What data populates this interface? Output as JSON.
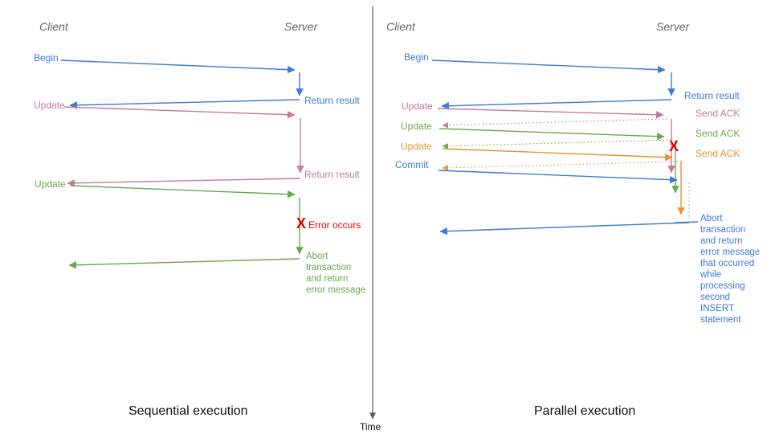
{
  "left_panel": {
    "client_header": "Client",
    "server_header": "Server",
    "caption": "Sequential execution",
    "begin_label": "Begin",
    "return_result_1": "Return result",
    "update_1_label": "Update",
    "return_result_2": "Return result",
    "update_2_label": "Update",
    "error_mark": "X",
    "error_label": "Error occurs",
    "abort_text": "Abort\ntransaction\nand return\nerror message"
  },
  "right_panel": {
    "client_header": "Client",
    "server_header": "Server",
    "caption": "Parallel execution",
    "begin_label": "Begin",
    "return_result": "Return result",
    "update_1_label": "Update",
    "send_ack_1": "Send ACK",
    "update_2_label": "Update",
    "send_ack_2": "Send ACK",
    "update_3_label": "Update",
    "send_ack_3": "Send ACK",
    "commit_label": "Commit",
    "error_mark": "X",
    "abort_text": "Abort\ntransaction\nand return\nerror message\nthat occurred\nwhile\nprocessing\nsecond\nINSERT\nstatement"
  },
  "time_axis": {
    "label": "Time"
  },
  "colors": {
    "blue": "#3f7ad8",
    "light_blue": "#8ab0e8",
    "pink": "#c27ba0",
    "green": "#6aa84f",
    "orange": "#e69138",
    "red": "#e60000",
    "header_gray": "#666666",
    "axis_gray": "#595959"
  }
}
